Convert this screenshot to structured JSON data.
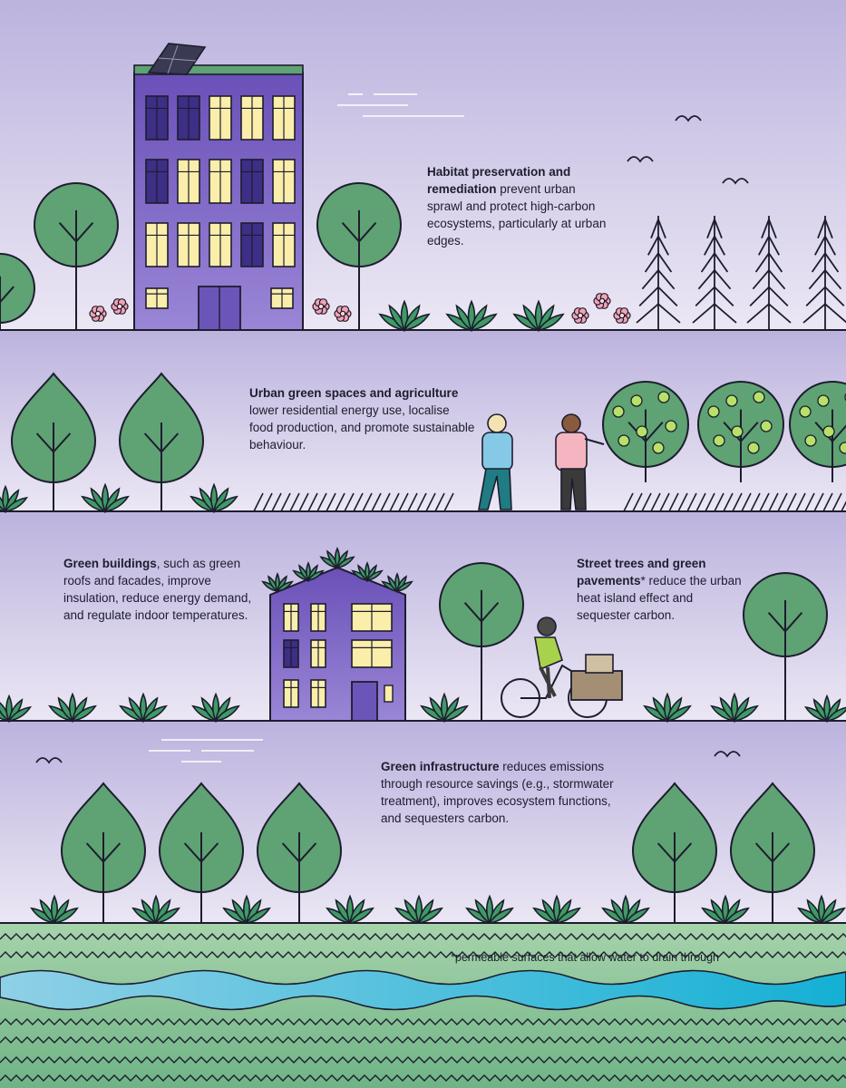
{
  "panels": [
    {
      "id": "habitat",
      "heading": "Habitat preservation and remediation",
      "body": " prevent urban sprawl and protect high-carbon ecosystems, particularly at urban edges."
    },
    {
      "id": "green-spaces",
      "heading": "Urban green spaces and agriculture",
      "body": " lower residential energy use, localise food production, and promote sustainable behaviour."
    },
    {
      "id": "green-buildings",
      "heading": "Green buildings",
      "body": ", such as green roofs and facades, improve insulation, reduce energy demand, and regulate indoor temperatures."
    },
    {
      "id": "street-trees",
      "heading": "Street trees and green pavements",
      "body": "* reduce the urban heat island effect and sequester carbon."
    },
    {
      "id": "green-infrastructure",
      "heading": "Green infrastructure",
      "body": " reduces emissions through resource savings (e.g., stormwater treatment), improves ecosystem functions, and sequesters carbon."
    }
  ],
  "footnote": "*permeable surfaces that allow water to drain through",
  "colors": {
    "sky_top": "#bdb5df",
    "sky_bottom": "#e9e4f3",
    "building": "#7a62c4",
    "window_lit": "#fbeeaa",
    "window_dark": "#3d2e86",
    "tree": "#5fa274",
    "shrub": "#3f9a66",
    "flower": "#f3a3b4",
    "river": "#3cb8d9",
    "grass": "#8cc49a",
    "outline": "#1d1d2e"
  }
}
